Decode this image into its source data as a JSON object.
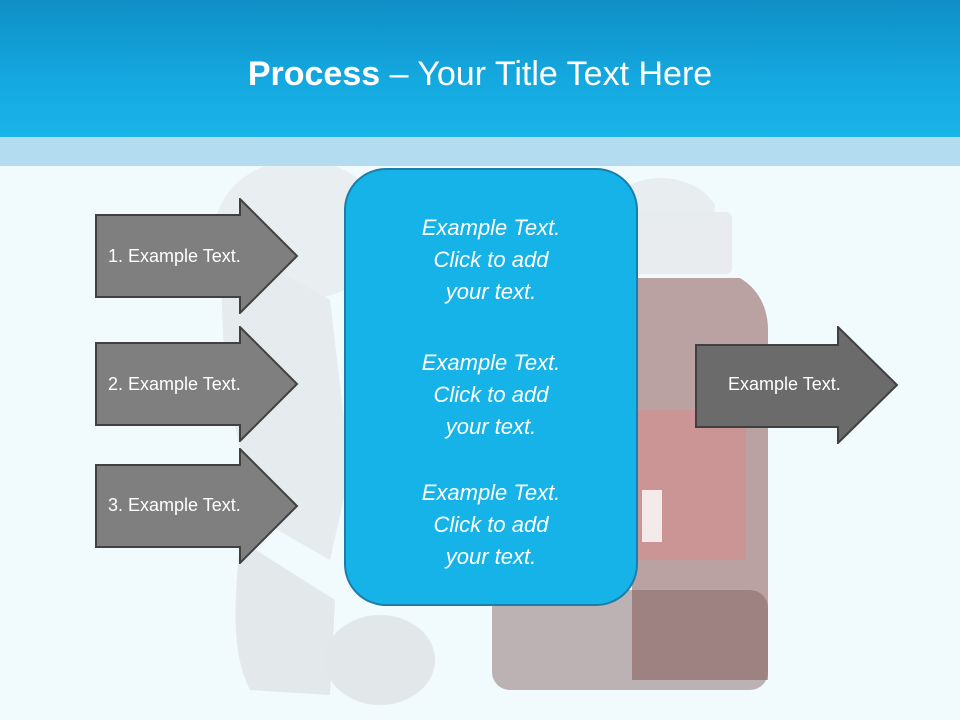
{
  "slide": {
    "title_bold": "Process",
    "title_rest": " – Your Title Text Here"
  },
  "left_arrows": [
    {
      "label": "1. Example Text."
    },
    {
      "label": "2. Example Text."
    },
    {
      "label": "3. Example Text."
    }
  ],
  "right_arrow": {
    "label": "Example Text."
  },
  "center_blocks": [
    {
      "line1": "Example Text.",
      "line2": "Click  to add",
      "line3": "your text."
    },
    {
      "line1": "Example Text.",
      "line2": "Click  to add",
      "line3": "your text."
    },
    {
      "line1": "Example Text.",
      "line2": "Click  to add",
      "line3": "your text."
    }
  ],
  "colors": {
    "header": "#14a9e0",
    "center_box": "#16b3e8",
    "arrow_fill": "#7f7f7f",
    "arrow_fill_dark": "#6b6b6b"
  }
}
